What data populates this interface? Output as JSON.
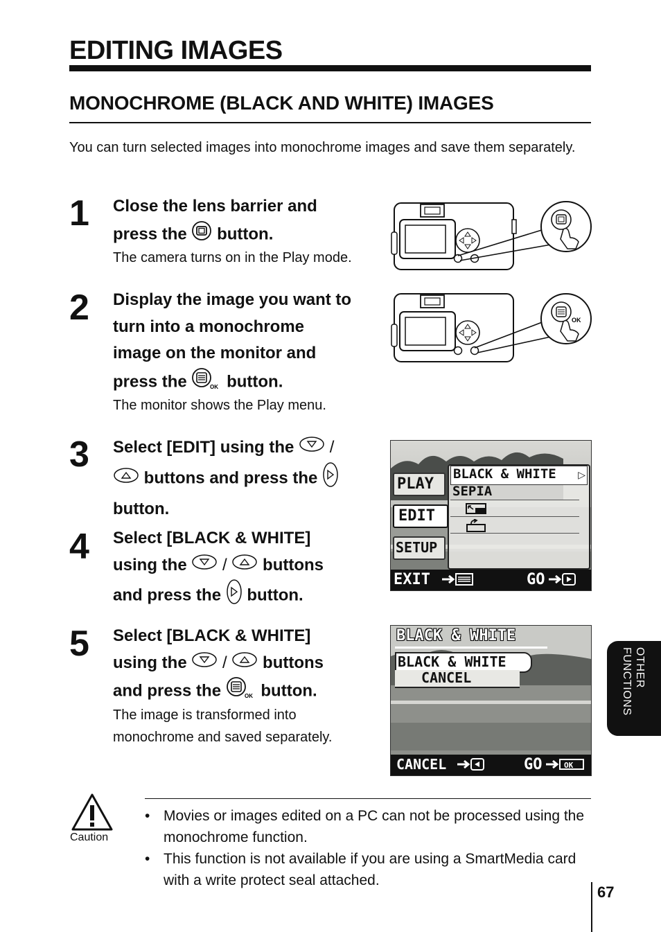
{
  "page_title": "EDITING IMAGES",
  "section_title": "MONOCHROME (BLACK AND WHITE) IMAGES",
  "intro": "You can turn selected images into monochrome images and save them separately.",
  "steps": [
    {
      "number": "1",
      "title_lines": [
        "Close the lens barrier and",
        "press the",
        "button."
      ],
      "note_lines": [
        "The camera turns on in the Play mode."
      ]
    },
    {
      "number": "2",
      "title_lines": [
        "Display the image you want to",
        "turn into a monochrome",
        "image on the monitor and",
        "press the",
        "button."
      ],
      "note_lines": [
        "The monitor shows the Play menu."
      ]
    },
    {
      "number": "3",
      "title_lines": [
        "Select [EDIT] using the",
        "/",
        "buttons and press the",
        "button."
      ],
      "note_lines": []
    },
    {
      "number": "4",
      "title_lines": [
        "Select [BLACK & WHITE]",
        "using the",
        "/",
        "buttons",
        "and press the",
        "button."
      ],
      "note_lines": []
    },
    {
      "number": "5",
      "title_lines": [
        "Select [BLACK & WHITE]",
        "using the",
        "/",
        "buttons",
        "and press the",
        "button."
      ],
      "note_lines": [
        "The image is transformed into",
        "monochrome and saved separately."
      ]
    }
  ],
  "screen1": {
    "menu_left": [
      "PLAY",
      "EDIT",
      "SETUP"
    ],
    "menu_right": [
      "BLACK & WHITE",
      "SEPIA"
    ],
    "footer_left": "EXIT",
    "footer_right": "GO"
  },
  "screen2": {
    "title": "BLACK & WHITE",
    "options": [
      "BLACK & WHITE",
      "CANCEL"
    ],
    "footer_left": "CANCEL",
    "footer_right": "GO",
    "ok_label": "OK"
  },
  "icon_ok_label": "OK",
  "side_tab": "OTHER FUNCTIONS",
  "caution": {
    "label": "Caution",
    "bullets": [
      "Movies or images edited on a PC can not be processed using the monochrome function.",
      "This function is not available if you are using a SmartMedia card with a write protect seal attached."
    ]
  },
  "page_number": "67"
}
